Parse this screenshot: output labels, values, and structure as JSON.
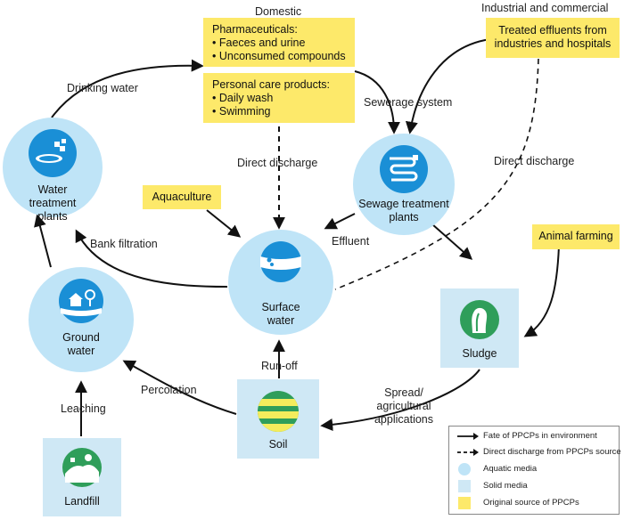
{
  "groups": {
    "domestic": "Domestic",
    "industrial": "Industrial and commercial"
  },
  "sources": {
    "pharmaceuticals": {
      "title": "Pharmaceuticals:",
      "items": [
        "Faeces and urine",
        "Unconsumed compounds"
      ]
    },
    "personal_care": {
      "title": "Personal care products:",
      "items": [
        "Daily wash",
        "Swimming"
      ]
    },
    "treated_effluents": "Treated effluents from industries and hospitals",
    "aquaculture": "Aquaculture",
    "animal_farming": "Animal farming"
  },
  "nodes": {
    "water_treatment": "Water treatment plants",
    "sewage_treatment": "Sewage treatment plants",
    "surface_water": "Surface water",
    "ground_water": "Ground water",
    "sludge": "Sludge",
    "soil": "Soil",
    "landfill": "Landfill"
  },
  "flows": {
    "drinking_water": "Drinking water",
    "sewerage_system": "Sewerage system",
    "direct_discharge_domestic": "Direct discharge",
    "direct_discharge_industrial": "Direct discharge",
    "bank_filtration": "Bank filtration",
    "effluent": "Effluent",
    "run_off": "Run-off",
    "percolation": "Percolation",
    "spread": "Spread/ agricultural applications",
    "leaching": "Leaching"
  },
  "legend": {
    "fate": "Fate of PPCPs in environment",
    "direct": "Direct discharge from PPCPs source",
    "aquatic": "Aquatic media",
    "solid": "Solid media",
    "original": "Original source of PPCPs"
  },
  "colors": {
    "aquatic": "#bfe4f7",
    "solid": "#cfe8f5",
    "source": "#fde96a",
    "icon_blue": "#1a8fd6",
    "icon_green": "#2f9e5a"
  }
}
